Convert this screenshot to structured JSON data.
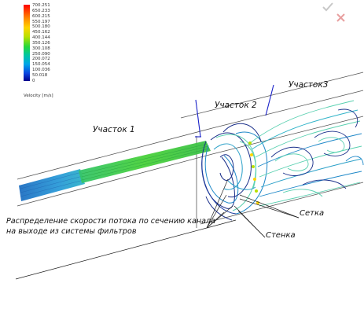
{
  "legend": {
    "values": [
      "700.251",
      "650.233",
      "600.215",
      "550.197",
      "500.180",
      "450.162",
      "400.144",
      "350.126",
      "300.108",
      "250.090",
      "200.072",
      "150.054",
      "100.036",
      "50.018",
      "0"
    ],
    "title": "Velocity [m/s]"
  },
  "labels": {
    "section1": "Участок 1",
    "section2": "Участок 2",
    "section3": "Участок3",
    "mesh": "Сетка",
    "wall": "Стенка",
    "distribution_line1": "Распределение скорости потока по сечению канала",
    "distribution_line2": "на выходе из системы фильтров"
  },
  "icons": {
    "confirm": "check-icon",
    "cancel": "close-icon"
  },
  "colors": {
    "inlet_stream": "#2a8fd8",
    "pipe_stream": "#3fc93a",
    "vortex_dark": "#1a2f8a",
    "vortex_mid": "#1e88c8",
    "vortex_light": "#59d0b0",
    "section_marker": "#1a22c8",
    "pipe_outline": "#555555"
  }
}
